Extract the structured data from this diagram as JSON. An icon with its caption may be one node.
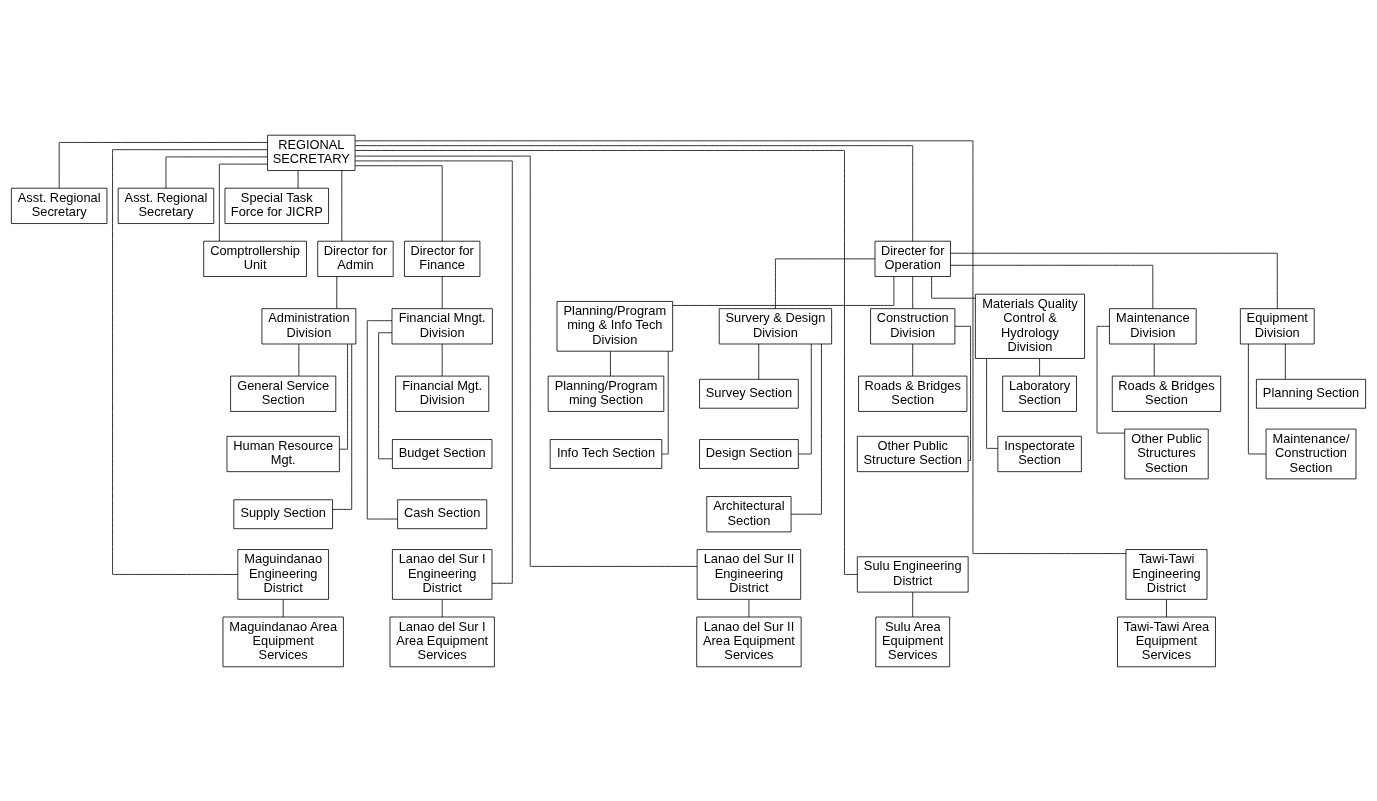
{
  "diagram": {
    "nodes": [
      {
        "text": [
          "REGIONAL SECRETARY"
        ]
      },
      {
        "text": [
          "Asst. Regional Secretary"
        ]
      },
      {
        "text": [
          "Asst. Regional Secretary"
        ]
      },
      {
        "text": [
          "Special Task Force for JICRP"
        ]
      },
      {
        "text": [
          "Comptrollership Unit"
        ]
      },
      {
        "text": [
          "Director for Admin"
        ]
      },
      {
        "text": [
          "Director for Finance"
        ]
      },
      {
        "text": [
          "Directer for Operation"
        ]
      },
      {
        "text": [
          "Administration Division"
        ]
      },
      {
        "text": [
          "Financial Mngt. Division"
        ]
      },
      {
        "text": [
          "General Service Section"
        ]
      },
      {
        "text": [
          "Financial Mgt. Division"
        ]
      },
      {
        "text": [
          "Human Resource Mgt."
        ]
      },
      {
        "text": [
          "Budget Section"
        ]
      },
      {
        "text": [
          "Supply Section"
        ]
      },
      {
        "text": [
          "Cash Section"
        ]
      },
      {
        "text": [
          "Planning/Program ming & Info Tech Division"
        ]
      },
      {
        "text": [
          "Survery & Design Division"
        ]
      },
      {
        "text": [
          "Construction Division"
        ]
      },
      {
        "text": [
          "Materials Quality Control & Hydrology Division"
        ]
      },
      {
        "text": [
          "Maintenance Division"
        ]
      },
      {
        "text": [
          "Equipment Division"
        ]
      },
      {
        "text": [
          "Planning/Program ming Section"
        ]
      },
      {
        "text": [
          "Info Tech Section"
        ]
      },
      {
        "text": [
          "Survey Section"
        ]
      },
      {
        "text": [
          "Design Section"
        ]
      },
      {
        "text": [
          "Architectural Section"
        ]
      },
      {
        "text": [
          "Roads & Bridges Section"
        ]
      },
      {
        "text": [
          "Other Public Structure Section"
        ]
      },
      {
        "text": [
          "Laboratory Section"
        ]
      },
      {
        "text": [
          "Inspectorate Section"
        ]
      },
      {
        "text": [
          "Roads & Bridges Section"
        ]
      },
      {
        "text": [
          "Other Public Structures Section"
        ]
      },
      {
        "text": [
          "Planning Section"
        ]
      },
      {
        "text": [
          "Maintenance/ Construction Section"
        ]
      },
      {
        "text": [
          "Maguindanao Engineering District"
        ]
      },
      {
        "text": [
          "Lanao del Sur I Engineering District"
        ]
      },
      {
        "text": [
          "Lanao del Sur II Engineering District"
        ]
      },
      {
        "text": [
          "Sulu Engineering District"
        ]
      },
      {
        "text": [
          "Tawi-Tawi Engineering District"
        ]
      },
      {
        "text": [
          "Maguindanao Area Equipment Services"
        ]
      },
      {
        "text": [
          "Lanao del Sur I Area Equipment Services"
        ]
      },
      {
        "text": [
          "Lanao del Sur II Area Equipment Services"
        ]
      },
      {
        "text": [
          "Sulu Area Equipment Services"
        ]
      },
      {
        "text": [
          "Tawi-Tawi Area Equipment Services"
        ]
      }
    ],
    "edges": [
      {
        "from": 0,
        "to": 1,
        "arrow": "none"
      },
      {
        "from": 0,
        "to": 2,
        "arrow": "none"
      },
      {
        "from": 0,
        "to": 3,
        "arrow": "none"
      },
      {
        "from": 0,
        "to": 4,
        "arrow": "none"
      },
      {
        "from": 0,
        "to": 5,
        "arrow": "none"
      },
      {
        "from": 0,
        "to": 6,
        "arrow": "none"
      },
      {
        "from": 0,
        "to": 7,
        "arrow": "none"
      },
      {
        "from": 5,
        "to": 8,
        "arrow": "none"
      },
      {
        "from": 6,
        "to": 9,
        "arrow": "none"
      },
      {
        "from": 8,
        "to": 10,
        "arrow": "none"
      },
      {
        "from": 8,
        "to": 12,
        "arrow": "none"
      },
      {
        "from": 8,
        "to": 14,
        "arrow": "none"
      },
      {
        "from": 9,
        "to": 11,
        "arrow": "none"
      },
      {
        "from": 9,
        "to": 13,
        "arrow": "none"
      },
      {
        "from": 9,
        "to": 15,
        "arrow": "none"
      },
      {
        "from": 7,
        "to": 16,
        "arrow": "none"
      },
      {
        "from": 7,
        "to": 17,
        "arrow": "none"
      },
      {
        "from": 7,
        "to": 18,
        "arrow": "none"
      },
      {
        "from": 7,
        "to": 19,
        "arrow": "none"
      },
      {
        "from": 7,
        "to": 20,
        "arrow": "none"
      },
      {
        "from": 7,
        "to": 21,
        "arrow": "none"
      },
      {
        "from": 16,
        "to": 22,
        "arrow": "none"
      },
      {
        "from": 16,
        "to": 23,
        "arrow": "none"
      },
      {
        "from": 17,
        "to": 24,
        "arrow": "none"
      },
      {
        "from": 17,
        "to": 25,
        "arrow": "none"
      },
      {
        "from": 17,
        "to": 26,
        "arrow": "none"
      },
      {
        "from": 18,
        "to": 27,
        "arrow": "none"
      },
      {
        "from": 18,
        "to": 28,
        "arrow": "none"
      },
      {
        "from": 19,
        "to": 29,
        "arrow": "none"
      },
      {
        "from": 19,
        "to": 30,
        "arrow": "none"
      },
      {
        "from": 20,
        "to": 31,
        "arrow": "none"
      },
      {
        "from": 20,
        "to": 32,
        "arrow": "none"
      },
      {
        "from": 21,
        "to": 33,
        "arrow": "none"
      },
      {
        "from": 21,
        "to": 34,
        "arrow": "none"
      },
      {
        "from": 0,
        "to": 35,
        "arrow": "none"
      },
      {
        "from": 0,
        "to": 36,
        "arrow": "none"
      },
      {
        "from": 0,
        "to": 37,
        "arrow": "none"
      },
      {
        "from": 0,
        "to": 38,
        "arrow": "none"
      },
      {
        "from": 0,
        "to": 39,
        "arrow": "none"
      },
      {
        "from": 35,
        "to": 40,
        "arrow": "none"
      },
      {
        "from": 36,
        "to": 41,
        "arrow": "none"
      },
      {
        "from": 37,
        "to": 42,
        "arrow": "none"
      },
      {
        "from": 38,
        "to": 43,
        "arrow": "none"
      },
      {
        "from": 39,
        "to": 44,
        "arrow": "none"
      }
    ]
  }
}
